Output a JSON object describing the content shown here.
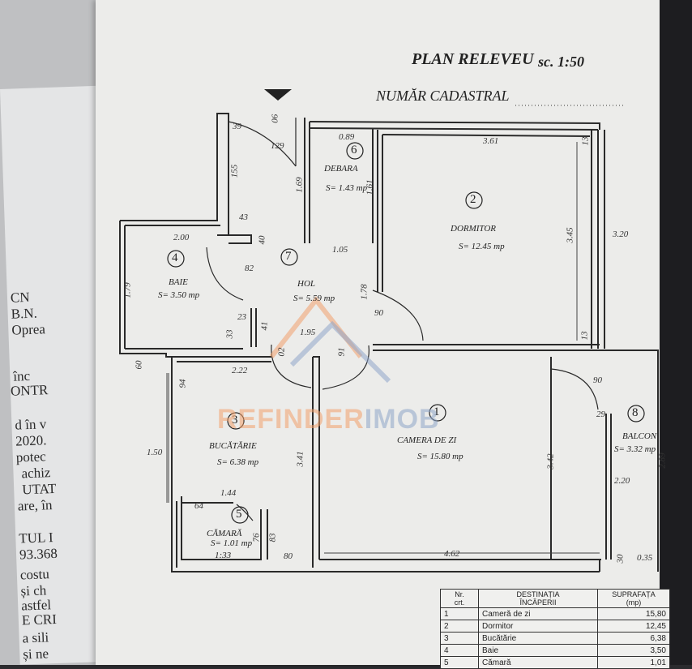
{
  "header": {
    "title": "PLAN RELEVEU",
    "scale": "sc. 1:50",
    "cadastral_label": "NUMĂR CADASTRAL"
  },
  "rooms": [
    {
      "num": "1",
      "name": "CAMERA DE ZI",
      "area": "S= 15.80 mp"
    },
    {
      "num": "2",
      "name": "DORMITOR",
      "area": "S= 12.45 mp"
    },
    {
      "num": "3",
      "name": "BUCĂTĂRIE",
      "area": "S= 6.38 mp"
    },
    {
      "num": "4",
      "name": "BAIE",
      "area": "S= 3.50 mp"
    },
    {
      "num": "5",
      "name": "CĂMARĂ",
      "area": "S= 1.01 mp"
    },
    {
      "num": "6",
      "name": "DEBARA",
      "area": "S= 1.43 mp"
    },
    {
      "num": "7",
      "name": "HOL",
      "area": "S= 5.59 mp"
    },
    {
      "num": "8",
      "name": "BALCON",
      "area": "S= 3.32 mp"
    }
  ],
  "dims": {
    "d39": "39",
    "d90a": "90",
    "d129": "129",
    "d155": "155",
    "d43": "43",
    "d40": "40",
    "d089": "0.89",
    "d169": "1.69",
    "d161": "1.61",
    "d105": "1.05",
    "d361": "3.61",
    "d13a": "13",
    "d345": "3.45",
    "d320": "3.20",
    "d13b": "13",
    "d200": "2.00",
    "d82": "82",
    "d179": "1.79",
    "d23": "23",
    "d33": "33",
    "d60": "60",
    "d41": "41",
    "d195": "1.95",
    "d178": "1.78",
    "d90b": "90",
    "d02": "02",
    "d91": "91",
    "d94": "94",
    "d222": "2.22",
    "d150": "1.50",
    "d341": "3.41",
    "d342": "3.42",
    "d90c": "90",
    "d29": "29",
    "d220": "2.20",
    "d289": "2.89",
    "d144": "1.44",
    "d64": "64",
    "d76": "76",
    "d83": "83",
    "d80": "80",
    "d462": "4.62",
    "d30": "30",
    "d035": "0.35",
    "d133": "1:33"
  },
  "watermark": {
    "part1": "REFINDER",
    "part2": "IMOB"
  },
  "table": {
    "h_nr": "Nr.",
    "h_crt": "crt.",
    "h_dest1": "DESTINAȚIA",
    "h_dest2": "ÎNCĂPERII",
    "h_surf1": "SUPRAFAȚA",
    "h_surf2": "(mp)",
    "rows": [
      {
        "nr": "1",
        "name": "Cameră de zi",
        "area": "15,80"
      },
      {
        "nr": "2",
        "name": "Dormitor",
        "area": "12,45"
      },
      {
        "nr": "3",
        "name": "Bucătărie",
        "area": "6,38"
      },
      {
        "nr": "4",
        "name": "Baie",
        "area": "3,50"
      },
      {
        "nr": "5",
        "name": "Cămară",
        "area": "1,01"
      }
    ]
  },
  "under_sheet_text": [
    "CN",
    "B.N.",
    "Oprea",
    "înc",
    "ONTR",
    "d în v",
    "2020.",
    "potec",
    "achiz",
    "UTAT",
    "are, în",
    "TUL I",
    "93.368",
    "costu",
    "și ch",
    "astfel",
    "E CRI",
    "a sili",
    "și ne"
  ]
}
